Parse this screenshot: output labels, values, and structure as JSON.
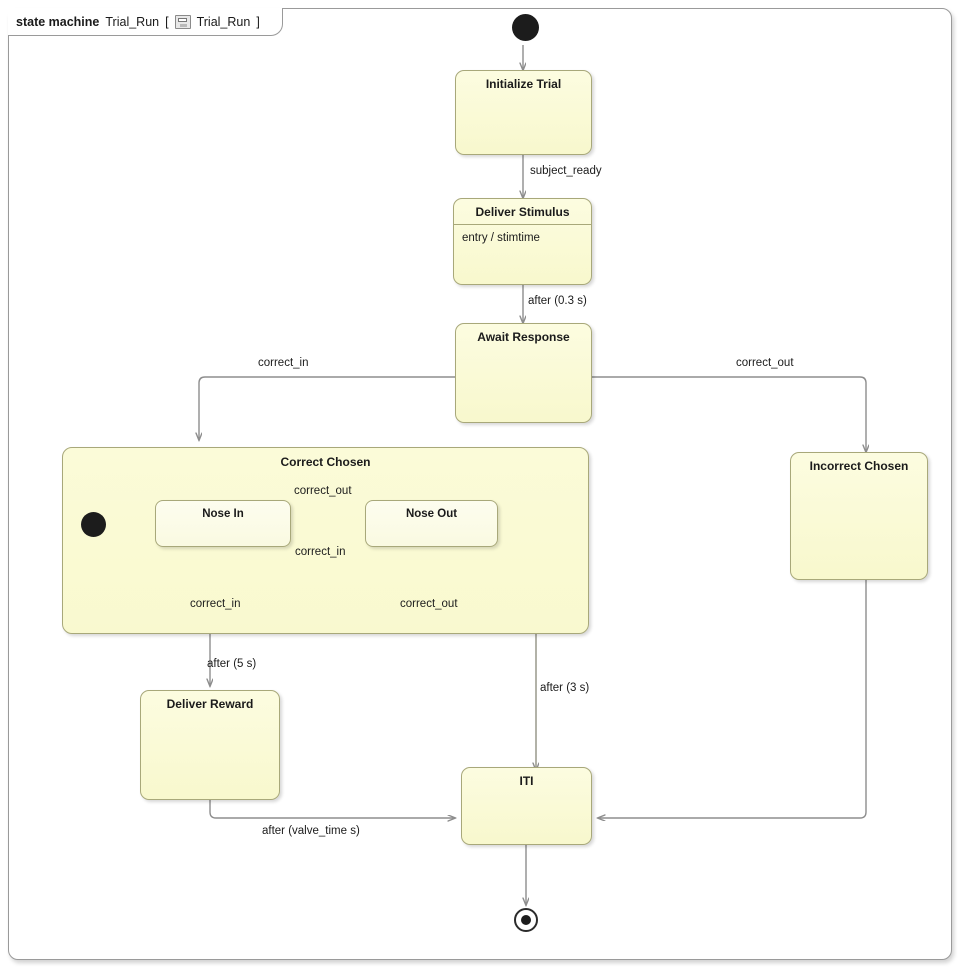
{
  "frame": {
    "keyword": "state machine",
    "name": "Trial_Run",
    "bracket_open": "[",
    "icon": "state-machine-icon",
    "inner_name": "Trial_Run",
    "bracket_close": "]"
  },
  "colors": {
    "state_fill": "#fafad7",
    "state_border": "#a8a87a",
    "composite_fill": "#fbfbd8",
    "substate_fill": "#fdfdef",
    "edge": "#8d8d8d",
    "frame_border": "#9a9a9a",
    "text": "#1b1b1b",
    "node_fill": "#1c1c1c"
  },
  "states": {
    "initialize_trial": {
      "name": "Initialize Trial"
    },
    "deliver_stimulus": {
      "name": "Deliver Stimulus",
      "entry": "entry / stimtime"
    },
    "await_response": {
      "name": "Await Response"
    },
    "correct_chosen": {
      "name": "Correct Chosen"
    },
    "nose_in": {
      "name": "Nose In"
    },
    "nose_out": {
      "name": "Nose Out"
    },
    "incorrect_chosen": {
      "name": "Incorrect Chosen"
    },
    "deliver_reward": {
      "name": "Deliver Reward"
    },
    "iti": {
      "name": "ITI"
    }
  },
  "pseudostates": {
    "initial": "initial-node",
    "composite_initial": "initial-node",
    "final": "final-node"
  },
  "transitions": [
    {
      "id": "t1",
      "from": "initial",
      "to": "initialize_trial",
      "label": ""
    },
    {
      "id": "t2",
      "from": "initialize_trial",
      "to": "deliver_stimulus",
      "label": "subject_ready"
    },
    {
      "id": "t3",
      "from": "deliver_stimulus",
      "to": "await_response",
      "label": "after (0.3 s)"
    },
    {
      "id": "t4",
      "from": "await_response",
      "to": "correct_chosen",
      "label": "correct_in"
    },
    {
      "id": "t5",
      "from": "await_response",
      "to": "incorrect_chosen",
      "label": "correct_out"
    },
    {
      "id": "t6",
      "from": "composite_initial",
      "to": "nose_in",
      "label": ""
    },
    {
      "id": "t7",
      "from": "nose_in",
      "to": "nose_out",
      "label": "correct_out"
    },
    {
      "id": "t8",
      "from": "nose_out",
      "to": "nose_in",
      "label": "correct_in"
    },
    {
      "id": "t9",
      "from": "nose_in",
      "to": "nose_in",
      "label": "correct_in"
    },
    {
      "id": "t10",
      "from": "nose_out",
      "to": "nose_out",
      "label": "correct_out"
    },
    {
      "id": "t11",
      "from": "correct_chosen",
      "to": "deliver_reward",
      "label": "after (5 s)"
    },
    {
      "id": "t12",
      "from": "nose_out",
      "to": "iti",
      "label": "after (3 s)"
    },
    {
      "id": "t13",
      "from": "deliver_reward",
      "to": "iti",
      "label": "after (valve_time s)"
    },
    {
      "id": "t14",
      "from": "incorrect_chosen",
      "to": "iti",
      "label": ""
    },
    {
      "id": "t15",
      "from": "iti",
      "to": "final",
      "label": ""
    }
  ]
}
